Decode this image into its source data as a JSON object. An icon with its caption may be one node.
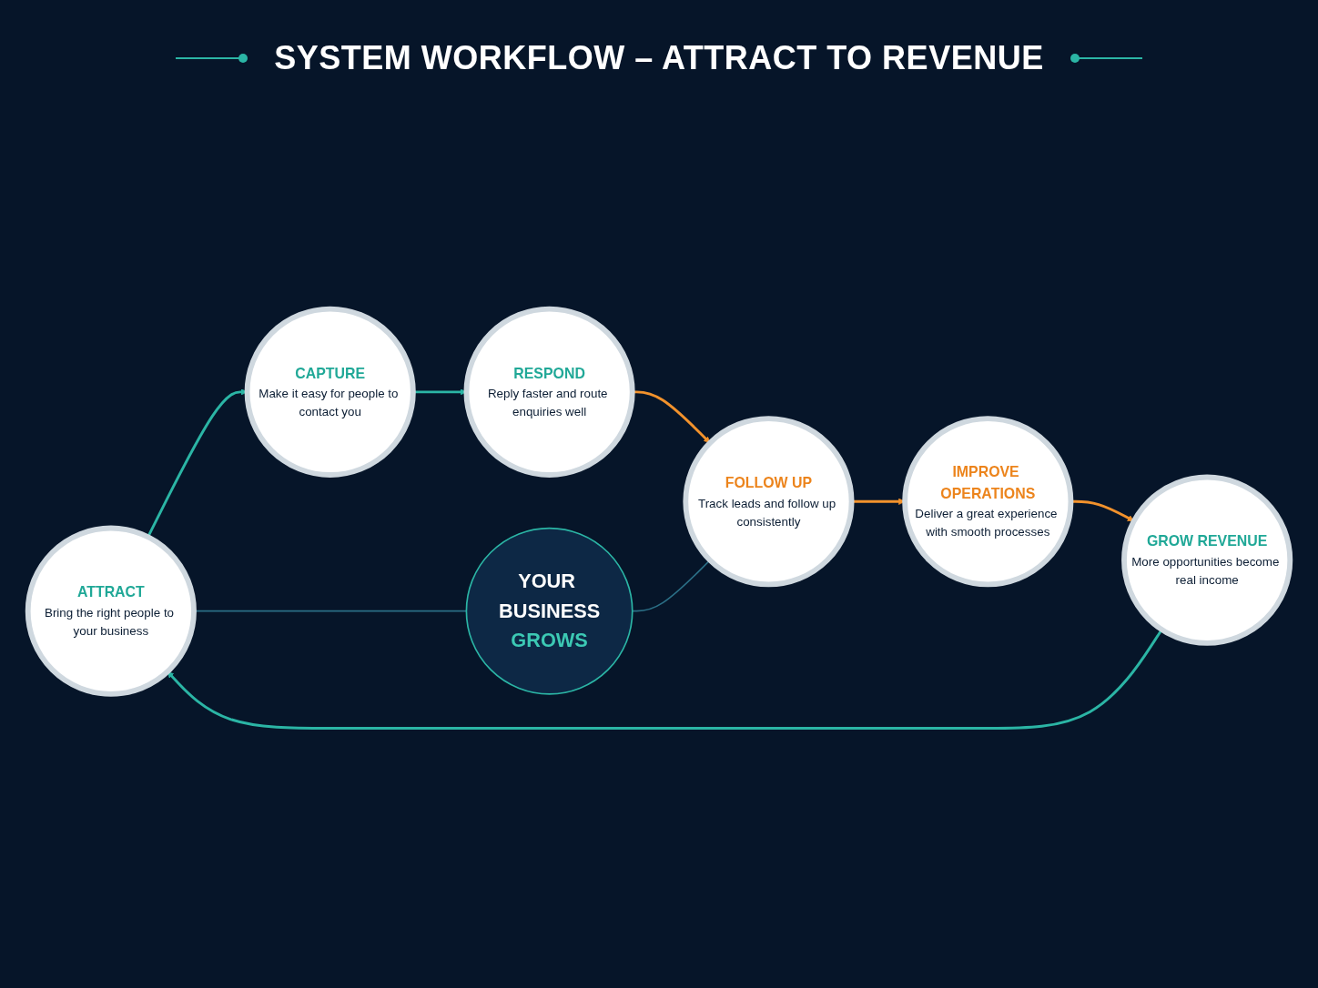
{
  "diagram": {
    "title": "SYSTEM WORKFLOW – ATTRACT TO REVENUE",
    "nodes": [
      {
        "text": [
          "ATTRACT",
          "Bring the right people to your business"
        ]
      },
      {
        "text": [
          "CAPTURE",
          "Make it easy for people to contact you"
        ]
      },
      {
        "text": [
          "RESPOND",
          "Reply faster and route enquiries well"
        ]
      },
      {
        "text": [
          "FOLLOW UP",
          "Track leads and follow up consistently"
        ]
      },
      {
        "text": [
          "IMPROVE OPERATIONS",
          "Deliver a great experience with smooth processes"
        ]
      },
      {
        "text": [
          "GROW REVENUE",
          "More opportunities become real income"
        ]
      },
      {
        "text": [
          "YOUR BUSINESS",
          "GROWS"
        ]
      }
    ],
    "edges": [
      {
        "from": 0,
        "to": 1,
        "arrow": "to",
        "color": "#2bb5a5"
      },
      {
        "from": 1,
        "to": 2,
        "arrow": "to",
        "color": "#2bb5a5"
      },
      {
        "from": 2,
        "to": 3,
        "arrow": "to",
        "color": "#f2922c"
      },
      {
        "from": 3,
        "to": 4,
        "arrow": "to",
        "color": "#f2922c"
      },
      {
        "from": 4,
        "to": 5,
        "arrow": "to",
        "color": "#f2922c"
      },
      {
        "from": 5,
        "to": 0,
        "arrow": "to",
        "color": "#2bb5a5"
      },
      {
        "from": 0,
        "to": 6,
        "arrow": "none",
        "color": "#2b6f86"
      },
      {
        "from": 6,
        "to": 3,
        "arrow": "none",
        "color": "#2b6f86"
      }
    ]
  }
}
